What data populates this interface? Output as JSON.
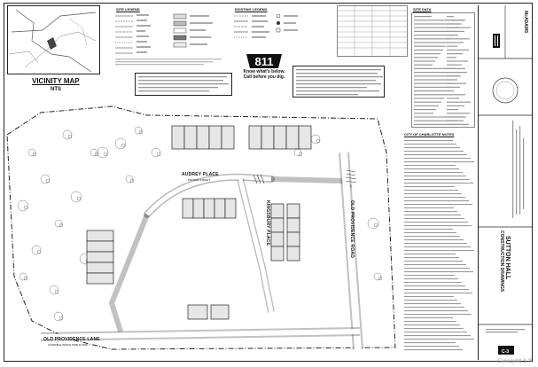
{
  "vicinity": {
    "title": "VICINITY MAP",
    "scale": "NTS"
  },
  "site_legend": {
    "title": "SITE LEGEND"
  },
  "existing_legend": {
    "title": "EXISTING LEGEND"
  },
  "call811": {
    "number": "811",
    "line1": "Know what's below.",
    "line2": "Call before you dig."
  },
  "site_data": {
    "title": "SITE DATA"
  },
  "city_notes": {
    "title": "CITY OF CHARLOTTE NOTES"
  },
  "streets": {
    "audrey_place": "AUDREY PLACE",
    "audrey_sub": "PRIVATE STREET",
    "kingbury_place": "KINGSBURY PLACE",
    "old_providence_road": "OLD PROVIDENCE ROAD",
    "old_providence_lane": "OLD PROVIDENCE LANE",
    "old_providence_lane_sub": "(VARIABLE WIDTH PUBLIC R/W)"
  },
  "title_block": {
    "project": "SUTTON HALL",
    "set": "CONSTRUCTION DRAWINGS",
    "firm": "McADAMS",
    "sheet": "C-3"
  },
  "watermark": "CanopyMLS ®"
}
